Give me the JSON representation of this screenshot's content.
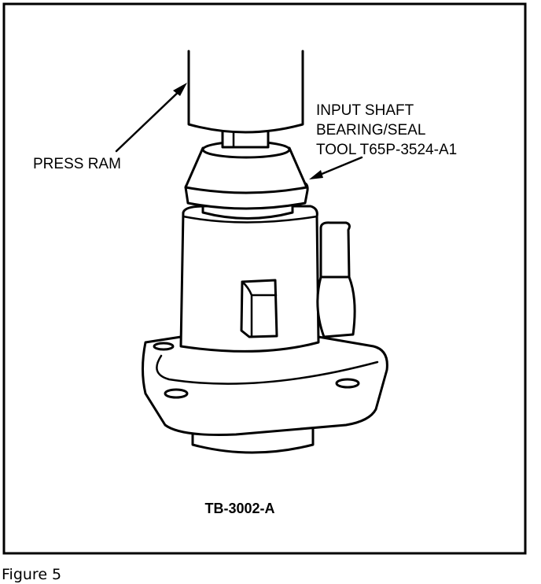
{
  "figure": {
    "callout_press_ram": "PRESS RAM",
    "callout_tool": [
      "INPUT SHAFT",
      "BEARING/SEAL",
      "TOOL T65P-3524-A1"
    ],
    "drawing_number": "TB-3002-A",
    "caption": "Figure 5"
  }
}
